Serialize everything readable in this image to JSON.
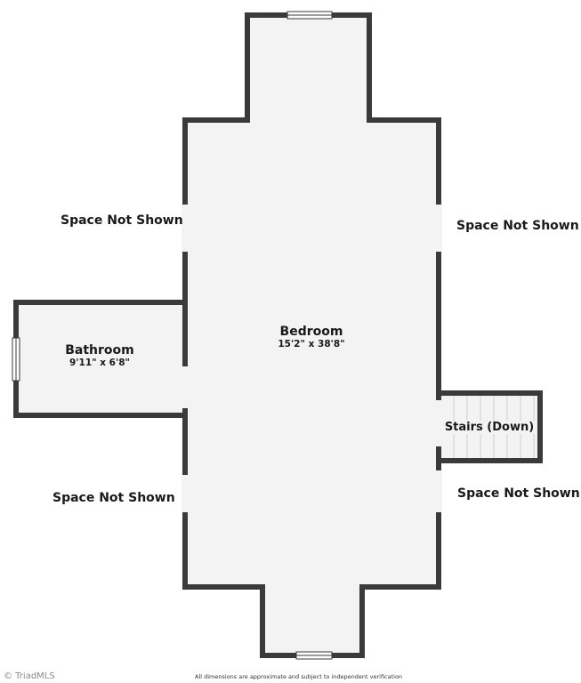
{
  "outside_labels": {
    "upper_left": "Space Not Shown",
    "upper_right": "Space Not Shown",
    "lower_left": "Space Not Shown",
    "lower_right": "Space Not Shown"
  },
  "rooms": {
    "bedroom": {
      "name": "Bedroom",
      "dims": "15'2\" x 38'8\""
    },
    "bathroom": {
      "name": "Bathroom",
      "dims": "9'11\" x 6'8\""
    },
    "stairs": {
      "name": "Stairs (Down)"
    }
  },
  "footer": {
    "disclaimer": "All dimensions are approximate and subject to independent verification",
    "brand": "© TriadMLS"
  },
  "colors": {
    "wall": "#3a3a3a",
    "floor": "#f3f3f3",
    "background": "#ffffff"
  }
}
